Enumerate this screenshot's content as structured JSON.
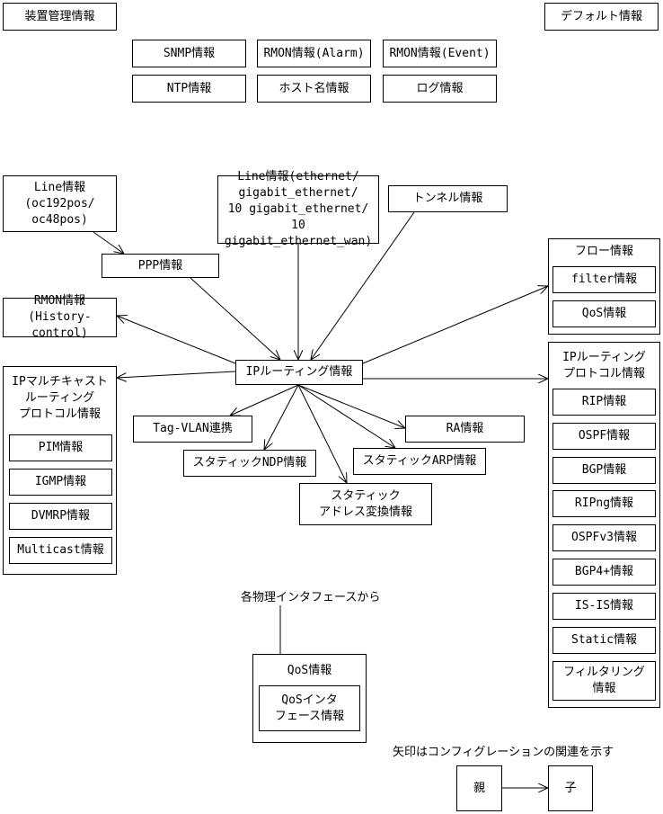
{
  "device_management": "装置管理情報",
  "default_info": "デフォルト情報",
  "snmp": "SNMP情報",
  "rmon_alarm": "RMON情報(Alarm)",
  "rmon_event": "RMON情報(Event)",
  "ntp": "NTP情報",
  "hostname": "ホスト名情報",
  "log": "ログ情報",
  "line_pos": "Line情報\n(oc192pos/\noc48pos)",
  "line_ethernet": "Line情報(ethernet/\ngigabit_ethernet/\n10 gigabit_ethernet/\n10 gigabit_ethernet_wan)",
  "tunnel": "トンネル情報",
  "ppp": "PPP情報",
  "rmon_history": "RMON情報\n(History-control)",
  "ip_routing": "IPルーティング情報",
  "flow": {
    "title": "フロー情報",
    "items": [
      "filter情報",
      "QoS情報"
    ]
  },
  "ip_routing_protocol": {
    "title": "IPルーティング\nプロトコル情報",
    "items": [
      "RIP情報",
      "OSPF情報",
      "BGP情報",
      "RIPng情報",
      "OSPFv3情報",
      "BGP4+情報",
      "IS-IS情報",
      "Static情報",
      "フィルタリング\n情報"
    ]
  },
  "ip_multicast_protocol": {
    "title": "IPマルチキャスト\nルーティング\nプロトコル情報",
    "items": [
      "PIM情報",
      "IGMP情報",
      "DVMRP情報",
      "Multicast情報"
    ]
  },
  "tag_vlan": "Tag-VLAN連携",
  "static_ndp": "スタティックNDP情報",
  "static_arp": "スタティックARP情報",
  "ra": "RA情報",
  "static_nat": "スタティック\nアドレス変換情報",
  "physical_if_label": "各物理インタフェースから",
  "qos_group": {
    "title": "QoS情報",
    "inner": "QoSインタ\nフェース情報"
  },
  "legend": {
    "caption": "矢印はコンフィグレーションの関連を示す",
    "parent": "親",
    "child": "子"
  }
}
